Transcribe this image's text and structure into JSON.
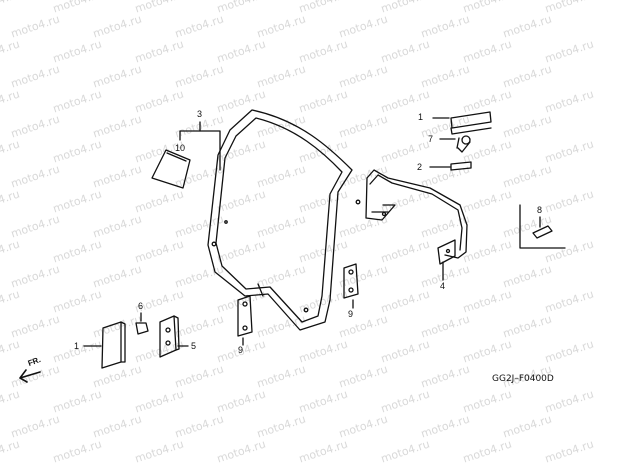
{
  "diagram": {
    "watermark_text": "moto4.ru",
    "drawing_code": "GG2J–F0400D",
    "front_indicator": "FR.",
    "callouts": [
      {
        "id": "c1a",
        "label": "1"
      },
      {
        "id": "c1b",
        "label": "1"
      },
      {
        "id": "c2",
        "label": "2"
      },
      {
        "id": "c3",
        "label": "3"
      },
      {
        "id": "c4",
        "label": "4"
      },
      {
        "id": "c5",
        "label": "5"
      },
      {
        "id": "c6",
        "label": "6"
      },
      {
        "id": "c7",
        "label": "7"
      },
      {
        "id": "c8",
        "label": "8"
      },
      {
        "id": "c9a",
        "label": "9"
      },
      {
        "id": "c9b",
        "label": "9"
      },
      {
        "id": "c10",
        "label": "10"
      }
    ]
  },
  "colors": {
    "line": "#111111",
    "watermark": "#d9d9d9",
    "background": "#ffffff"
  }
}
